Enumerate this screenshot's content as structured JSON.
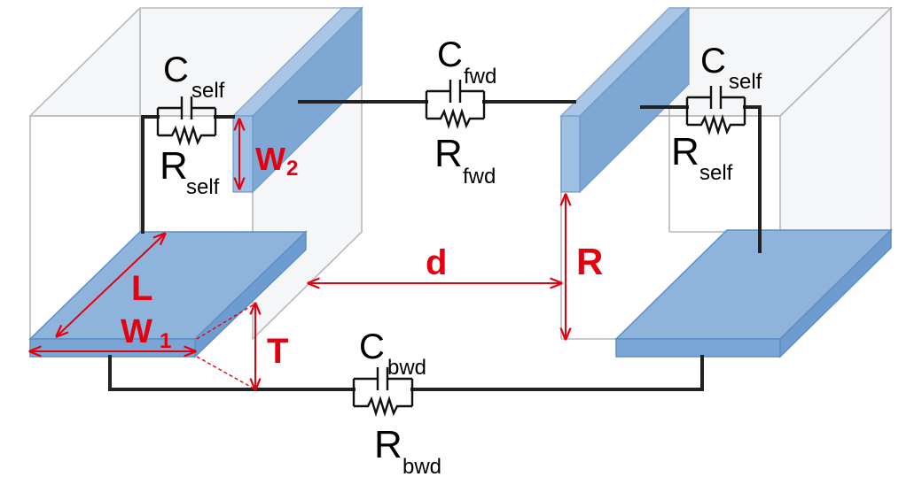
{
  "labels": {
    "c_self_main": "C",
    "c_self_sub": "self",
    "r_self_main": "R",
    "r_self_sub": "self",
    "c_fwd_main": "C",
    "c_fwd_sub": "fwd",
    "r_fwd_main": "R",
    "r_fwd_sub": "fwd",
    "c_bwd_main": "C",
    "c_bwd_sub": "bwd",
    "r_bwd_main": "R",
    "r_bwd_sub": "bwd"
  },
  "dimensions": {
    "w2_main": "W",
    "w2_sub": "2",
    "w1_main": "W",
    "w1_sub": "1",
    "l": "L",
    "t": "T",
    "d": "d",
    "r": "R"
  },
  "colors": {
    "electrode_fill": "#8fb4dc",
    "electrode_edge": "#5c8fc6",
    "dimension": "#e4000f",
    "wire": "#222222",
    "box_edge": "#b5b8be"
  }
}
